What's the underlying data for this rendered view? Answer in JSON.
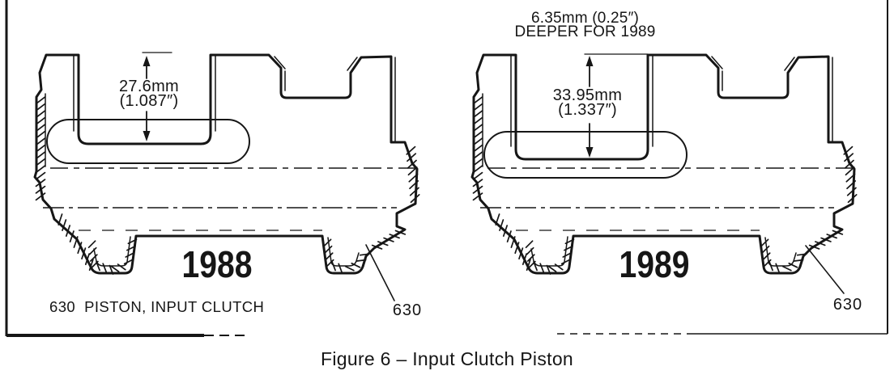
{
  "figure": {
    "caption": "Figure 6 – Input Clutch Piston"
  },
  "left_piston": {
    "year": "1988",
    "depth_mm": "27.6mm",
    "depth_in": "(1.087″)",
    "part_label": "630  PISTON, INPUT CLUTCH",
    "callout": "630"
  },
  "right_piston": {
    "year": "1989",
    "depth_mm": "33.95mm",
    "depth_in": "(1.337″)",
    "note_line1": "6.35mm (0.25″)",
    "note_line2": "DEEPER FOR 1989",
    "callout": "630"
  },
  "colors": {
    "ink": "#161616",
    "paper": "#ffffff"
  }
}
